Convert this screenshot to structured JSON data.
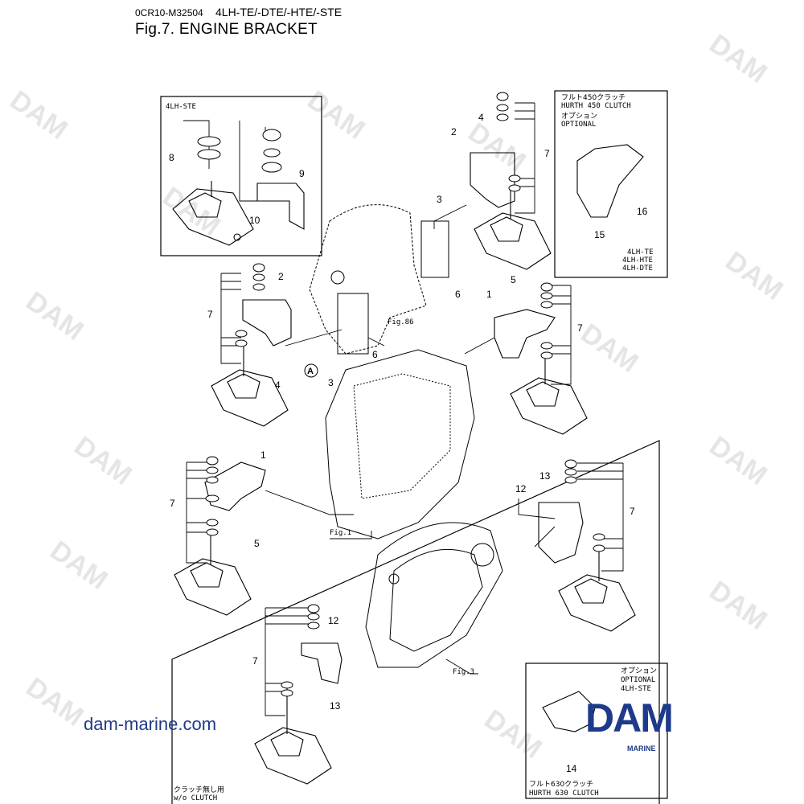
{
  "header": {
    "doc_code": "0CR10-M32504",
    "models": "4LH-TE/-DTE/-HTE/-STE",
    "figure_title": "Fig.7.  ENGINE BRACKET"
  },
  "panels": {
    "stl": {
      "label": "4LH-STE"
    },
    "hurth450": {
      "line_jp": "フルト450クラッチ",
      "line_en": "HURTH 450 CLUTCH",
      "option_jp": "オプション",
      "option_en": "OPTIONAL",
      "models": [
        "4LH-TE",
        "4LH-HTE",
        "4LH-DTE"
      ]
    },
    "no_clutch": {
      "line_jp": "クラッチ無し用",
      "line_en": "w/o CLUTCH"
    },
    "hurth630": {
      "option_jp": "オプション",
      "option_en": "OPTIONAL",
      "model": "4LH-STE",
      "line_jp": "フルト630クラッチ",
      "line_en": "HURTH 630 CLUTCH"
    }
  },
  "references": {
    "fig86": "Fig.86",
    "fig1": "Fig.1",
    "fig3": "Fig.3",
    "circle_a": "A"
  },
  "part_numbers": {
    "p1a": "1",
    "p1b": "1",
    "p2a": "2",
    "p2b": "2",
    "p3a": "3",
    "p3b": "3",
    "p4a": "4",
    "p4b": "4",
    "p5a": "5",
    "p5b": "5",
    "p6a": "6",
    "p6b": "6",
    "p7a": "7",
    "p7b": "7",
    "p7c": "7",
    "p7d": "7",
    "p7e": "7",
    "p7f": "7",
    "p8": "8",
    "p9": "9",
    "p10": "10",
    "p12a": "12",
    "p12b": "12",
    "p13a": "13",
    "p13b": "13",
    "p14": "14",
    "p15": "15",
    "p16": "16"
  },
  "watermark": {
    "text": "DAM"
  },
  "footer": {
    "site": "dam-marine.com",
    "logo": "DAM",
    "logo_sub": "MARINE"
  },
  "colors": {
    "ink": "#000000",
    "brand": "#1e3a8a",
    "watermark": "#d0d0d0"
  }
}
